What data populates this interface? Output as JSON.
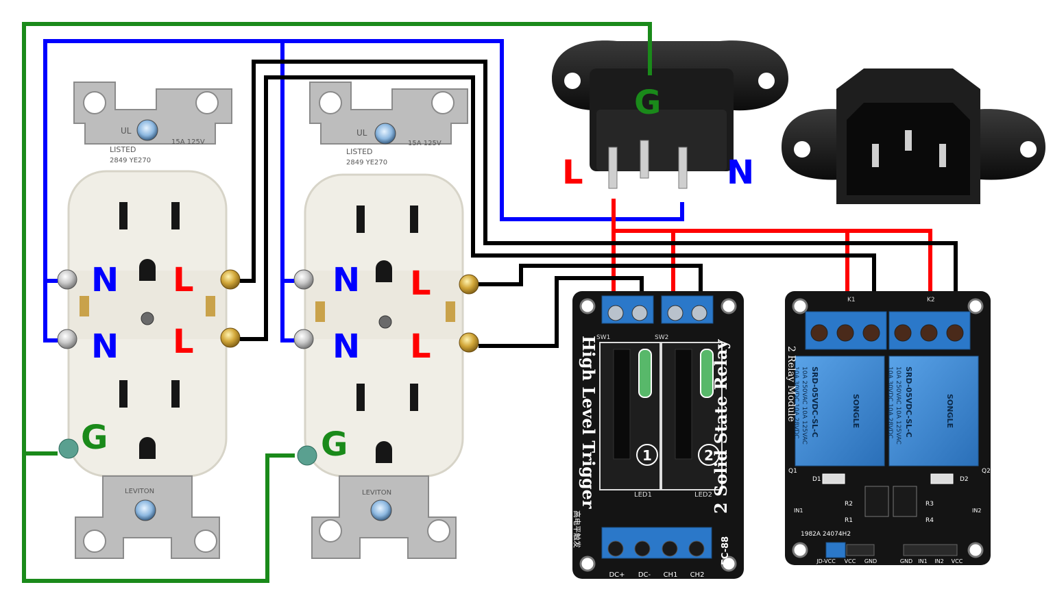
{
  "colors": {
    "ground": "#1a8a1a",
    "neutral": "#0000ff",
    "line": "#ff0000",
    "signal": "#000000",
    "outlet_body": "#f0eee6",
    "metal": "#b8b8b8",
    "pcb": "#141414",
    "terminal": "#2b78c9",
    "relay": "#3c8ad6"
  },
  "wire_labels": {
    "outlet1_n_top": "N",
    "outlet1_l_top": "L",
    "outlet1_n_bottom": "N",
    "outlet1_l_bottom": "L",
    "outlet1_g": "G",
    "outlet2_n_top": "N",
    "outlet2_l_top": "L",
    "outlet2_n_bottom": "N",
    "outlet2_l_bottom": "L",
    "outlet2_g": "G",
    "inlet_g": "G",
    "inlet_l": "L",
    "inlet_n": "N"
  },
  "outlet_markings": {
    "top_ul": "UL",
    "top_rating": "15A 125V",
    "top_code": "2849 YE270",
    "top_listed": "LISTED",
    "bottom_brand": "LEVITON"
  },
  "ssr_board": {
    "title": "2 Solid State Relay",
    "subtitle": "High Level Trigger",
    "model": "FC-88",
    "channel_1": "1",
    "channel_2": "2",
    "sw1": "SW1",
    "sw2": "SW2",
    "led1": "LED1",
    "led2": "LED2",
    "chinese_label": "高电平触发",
    "pins": [
      "DC+",
      "DC-",
      "CH1",
      "CH2"
    ]
  },
  "relay_module": {
    "title": "2 Relay Module",
    "k1": "K1",
    "k2": "K2",
    "relay_brand": "SONGLE",
    "relay_model": "SRD-05VDC-SL-C",
    "relay_rating_1": "10A 250VAC  10A 125VAC",
    "relay_rating_2": "10A 30VDC  10A 28VDC",
    "q1": "Q1",
    "q2": "Q2",
    "d1": "D1",
    "d2": "D2",
    "r1": "R1",
    "r2": "R2",
    "r3": "R3",
    "r4": "R4",
    "in1": "IN1",
    "in2": "IN2",
    "part_code": "1982A 24074H2",
    "jumper_pins": [
      "JD-VCC",
      "VCC",
      "GND"
    ],
    "header_pins": [
      "GND",
      "IN1",
      "IN2",
      "VCC"
    ]
  }
}
